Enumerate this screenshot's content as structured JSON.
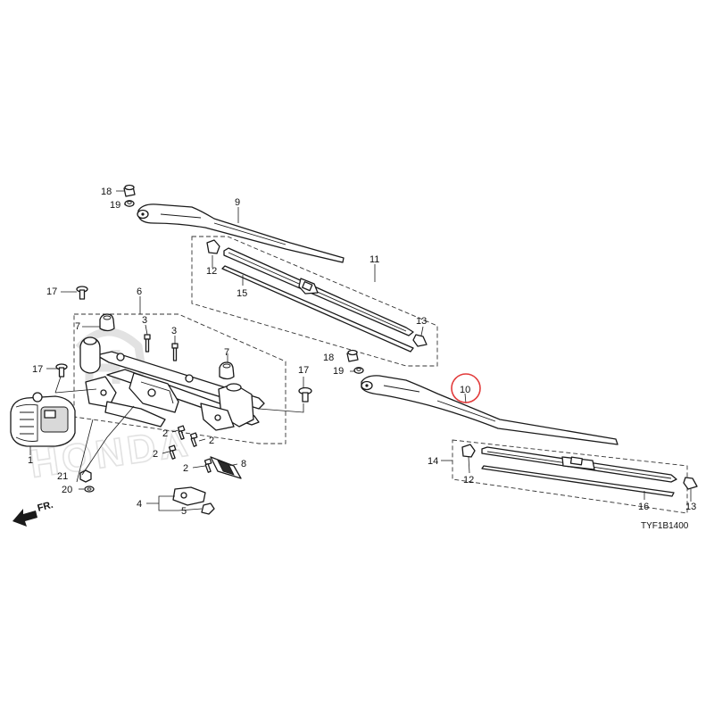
{
  "diagram_code": "TYF1B1400",
  "direction_label": "FR.",
  "brand_watermark": "HONDA",
  "highlight_color": "#e23b3b",
  "callouts": {
    "c1": "1",
    "c2a": "2",
    "c2b": "2",
    "c2c": "2",
    "c2d": "2",
    "c3a": "3",
    "c3b": "3",
    "c4": "4",
    "c5": "5",
    "c6": "6",
    "c7a": "7",
    "c7b": "7",
    "c8": "8",
    "c9": "9",
    "c10": "10",
    "c11": "11",
    "c12a": "12",
    "c12b": "12",
    "c13a": "13",
    "c13b": "13",
    "c14": "14",
    "c15": "15",
    "c16": "16",
    "c17a": "17",
    "c17b": "17",
    "c17c": "17",
    "c18a": "18",
    "c18b": "18",
    "c19a": "19",
    "c19b": "19",
    "c20": "20",
    "c21": "21"
  }
}
